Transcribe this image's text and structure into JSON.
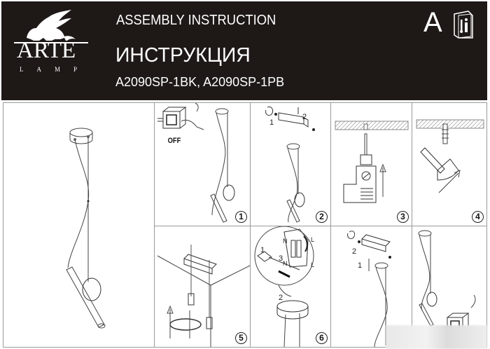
{
  "header": {
    "brand": {
      "name": "ARTE",
      "sub": "LAMP",
      "icon": "winged-lion-icon"
    },
    "title_en": "ASSEMBLY  INSTRUCTION",
    "title_ru": "ИНСТРУКЦИЯ",
    "models": "A2090SP-1BK,  A2090SP-1PB",
    "badge_letter": "A",
    "badge_icon": "instruction-book-icon"
  },
  "overview": {
    "label": "pendant-lamp-overview"
  },
  "steps": [
    {
      "number": "1",
      "caption": "OFF",
      "icon": "power-switch-icon"
    },
    {
      "number": "2",
      "labels": [
        "1",
        "2"
      ],
      "icon": "bracket-removal-icon"
    },
    {
      "number": "3",
      "icon": "drill-icon"
    },
    {
      "number": "4",
      "icon": "hammer-dowel-icon"
    },
    {
      "number": "5",
      "icon": "screw-bracket-icon"
    },
    {
      "number": "6",
      "labels": [
        "1",
        "2",
        "3",
        "N",
        "N",
        "L",
        "L"
      ],
      "icon": "wiring-terminal-icon"
    },
    {
      "number": "",
      "labels": [
        "1",
        "2"
      ],
      "icon": "canopy-mount-icon"
    },
    {
      "number": "",
      "icon": "power-on-icon"
    }
  ]
}
